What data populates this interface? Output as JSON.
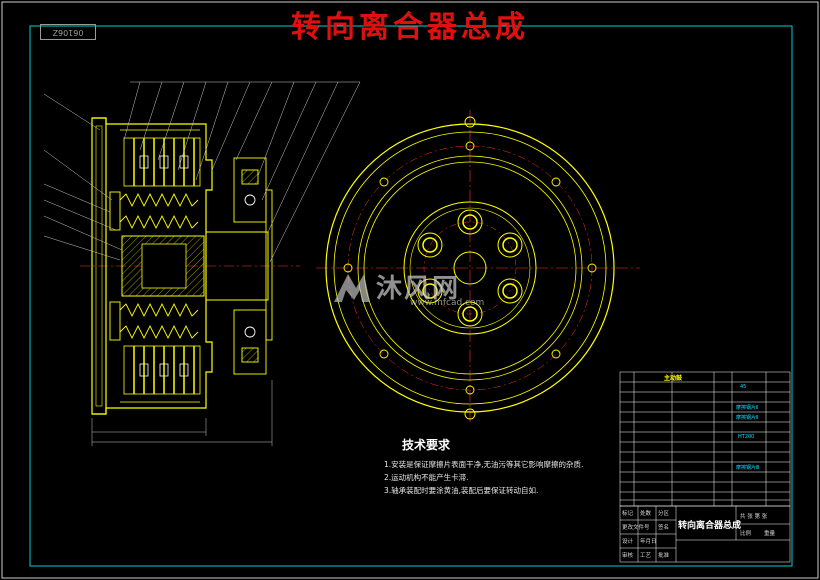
{
  "drawing": {
    "title": "转向离合器总成",
    "stamp": "06106Z"
  },
  "tech_notes": {
    "heading": "技术要求",
    "items": [
      "1.安装是保证摩擦片表面干净,无油污等其它影响摩擦的杂质.",
      "2.运动机构不能产生卡滞.",
      "3.轴承装配时要涂黄油,装配后要保证转动自如."
    ]
  },
  "title_block": {
    "assembly_name": "转向离合器总成",
    "cells": [
      "共 张 第 张",
      "比例",
      "重量",
      "标记",
      "处数",
      "分区",
      "更改文件号",
      "签名",
      "年月日",
      "设计",
      "审核",
      "工艺",
      "批准"
    ]
  },
  "bom": {
    "header": "主动鼓",
    "tags": [
      "摩擦钢片Ⅱ",
      "摩擦钢片Ⅱ",
      "摩擦钢片Ⅲ",
      "HT200",
      "45"
    ]
  },
  "watermark": {
    "text": "沐风网",
    "url": "www.mfcad.com"
  },
  "colors": {
    "background": "#000000",
    "frame": "#00d0d0",
    "geometry": "#ffff00",
    "annotation": "#ffffff",
    "title": "#e01010",
    "centerline": "#ff3030"
  }
}
